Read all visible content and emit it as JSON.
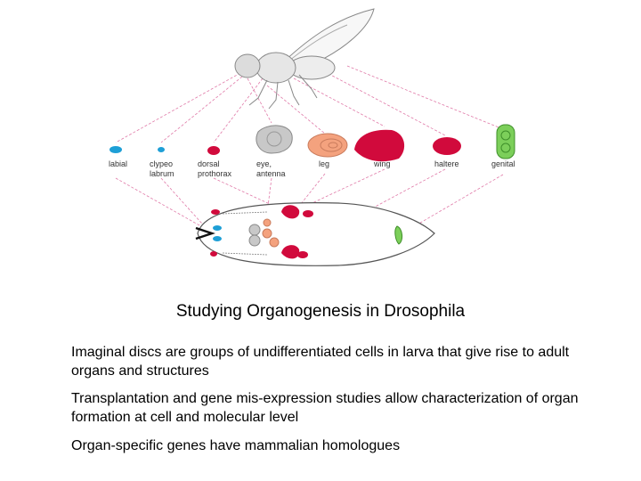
{
  "figure": {
    "discs": [
      {
        "id": "labial",
        "label": "labial",
        "color": "#1e9fd6"
      },
      {
        "id": "clypeo-labrum",
        "label": "clypeo labrum",
        "line1": "clypeo",
        "line2": "labrum",
        "color": "#1e9fd6"
      },
      {
        "id": "dorsal-prothorax",
        "label": "dorsal prothorax",
        "line1": "dorsal",
        "line2": "prothorax",
        "color": "#d10a3c"
      },
      {
        "id": "eye-antenna",
        "label": "eye, antenna",
        "line1": "eye,",
        "line2": "antenna",
        "color": "#bdbdbd"
      },
      {
        "id": "leg",
        "label": "leg",
        "color": "#f4a27e"
      },
      {
        "id": "wing",
        "label": "wing",
        "color": "#d10a3c"
      },
      {
        "id": "haltere",
        "label": "haltere",
        "color": "#d10a3c"
      },
      {
        "id": "genital",
        "label": "genital",
        "color": "#5cb83c"
      }
    ],
    "connector_color": "#e07aa8"
  },
  "title": "Studying Organogenesis in Drosophila",
  "paragraphs": [
    "Imaginal discs are groups of undifferentiated cells in larva that give rise to adult organs and structures",
    "Transplantation and gene mis-expression studies allow characterization of organ formation at cell and molecular level",
    "Organ-specific genes have mammalian homologues"
  ]
}
